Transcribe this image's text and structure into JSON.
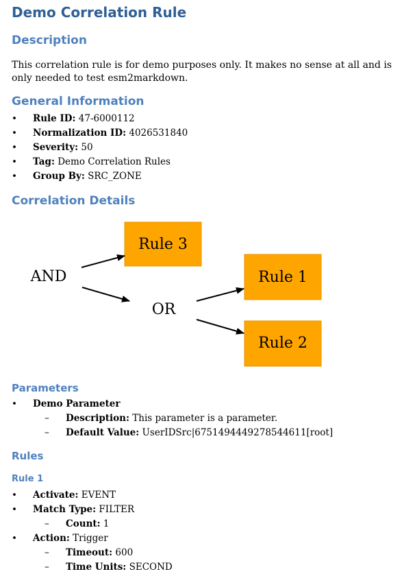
{
  "title": "Demo Correlation Rule",
  "description": {
    "heading": "Description",
    "text": "This correlation rule is for demo purposes only. It makes no sense at all and is only needed to test esm2markdown."
  },
  "general": {
    "heading": "General Information",
    "items": [
      {
        "key": "Rule ID:",
        "value": "47-6000112"
      },
      {
        "key": "Normalization ID:",
        "value": "4026531840"
      },
      {
        "key": "Severity:",
        "value": "50"
      },
      {
        "key": "Tag:",
        "value": "Demo Correlation Rules"
      },
      {
        "key": "Group By:",
        "value": "SRC_ZONE"
      }
    ]
  },
  "correlation": {
    "heading": "Correlation Details",
    "diagram": {
      "and_label": "AND",
      "or_label": "OR",
      "rule3": "Rule 3",
      "rule1": "Rule 1",
      "rule2": "Rule 2",
      "box_color": "#ffa500"
    }
  },
  "parameters": {
    "heading": "Parameters",
    "name": "Demo Parameter",
    "description_key": "Description:",
    "description_value": "This parameter is a parameter.",
    "default_key": "Default Value:",
    "default_value": "UserIDSrc|6751494449278544611[root]"
  },
  "rules": {
    "heading": "Rules",
    "rule1": {
      "heading": "Rule 1",
      "activate_key": "Activate:",
      "activate_value": "EVENT",
      "match_key": "Match Type:",
      "match_value": "FILTER",
      "count_key": "Count:",
      "count_value": "1",
      "action_key": "Action:",
      "action_value": "Trigger",
      "timeout_key": "Timeout:",
      "timeout_value": "600",
      "units_key": "Time Units:",
      "units_value": "SECOND"
    }
  }
}
